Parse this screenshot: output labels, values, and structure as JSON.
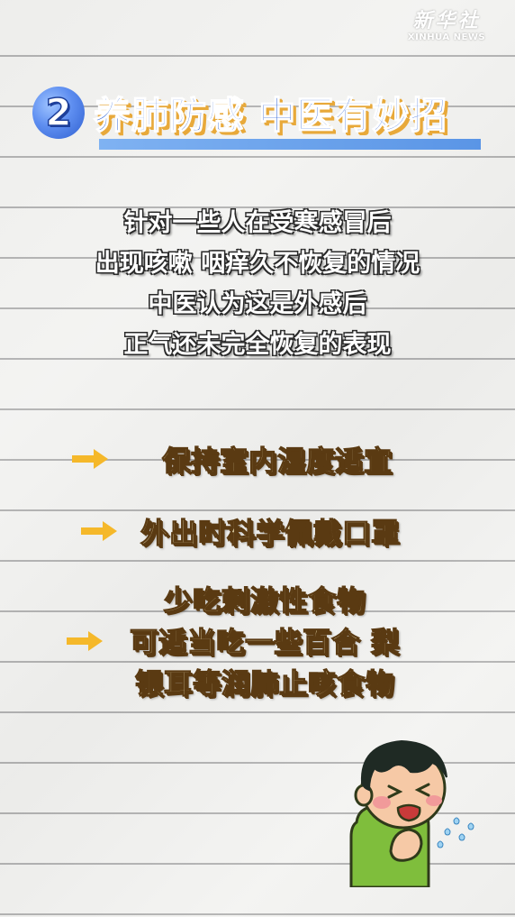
{
  "logo": {
    "cn": "新华社",
    "en": "XINHUA NEWS"
  },
  "section": {
    "number": "2",
    "title": "养肺防感 中医有妙招"
  },
  "intro": [
    "针对一些人在受寒感冒后",
    "出现咳嗽 咽痒久不恢复的情况",
    "中医认为这是外感后",
    "正气还未完全恢复的表现"
  ],
  "tips": [
    {
      "lines": [
        "保持室内湿度适宜"
      ]
    },
    {
      "lines": [
        "外出时科学佩戴口罩"
      ]
    },
    {
      "lines": [
        "少吃刺激性食物",
        "可适当吃一些百合 梨",
        "银耳等润肺止咳食物"
      ]
    }
  ],
  "colors": {
    "title": "#2b62d8",
    "accent": "#f5b82a",
    "badge": "#5e8ef0"
  }
}
